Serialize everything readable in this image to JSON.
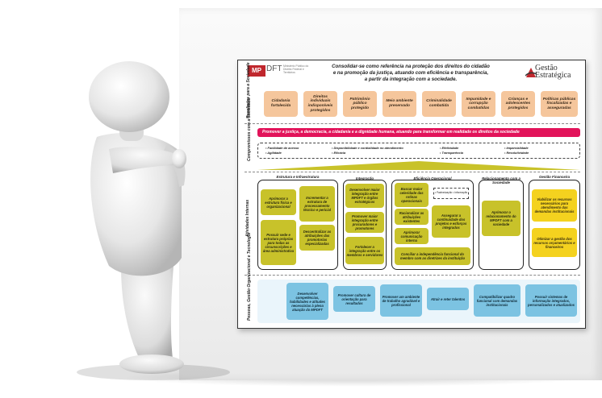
{
  "header": {
    "logo_mp": "MP",
    "logo_dft": "DFT",
    "logo_sub": "Ministério Público do Distrito Federal e Territórios",
    "mission_lines": [
      "Consolidar-se como referência na proteção dos direitos do cidadão",
      "e na promoção da justiça, atuando com eficiência e transparência,",
      "a partir da integração com a sociedade."
    ],
    "logo_ge_1": "Gestão",
    "logo_ge_2": "Estratégica"
  },
  "sections": {
    "resultados": "Resultados para a Sociedade",
    "compromisso": "Compromissos com a Sociedade",
    "atividades": "Atividades Internas",
    "pessoas": "Pessoas, Gestão Organizacional e Tecnologia"
  },
  "resultados": [
    "Cidadania fortalecida",
    "Direitos individuais indisponíveis protegidos",
    "Patrimônio público protegido",
    "Meio ambiente preservado",
    "Criminalidade combatida",
    "Impunidade e corrupção combatidas",
    "Crianças e adolescentes protegidos",
    "Políticas públicas fiscalizadas e asseguradas"
  ],
  "missao_bar": "Promover a justiça, a democracia, a cidadania e a dignidade humana, atuando para transformar em realidade os direitos da sociedade",
  "compromissos": {
    "col1": [
      "• Facilidade de acesso",
      "• Agilidade"
    ],
    "col2": [
      "• Disponibilidade e cordialidade no atendimento",
      "• Eficácia"
    ],
    "col3": [
      "• Efetividade",
      "• Transparência"
    ],
    "col4": [
      "• Imparcialidade",
      "• Resolutividade"
    ]
  },
  "groups": {
    "estrutura": {
      "title": "Estrutura e Infraestrutura",
      "items": [
        "Aprimorar a estrutura física e organizacional",
        "Incrementar a estrutura de processamento técnico e pericial",
        "Possuir sede e estrutura próprias para todas as circunscrições e área administrativa",
        "Descentralizar as atribuições das promotorias especializadas"
      ]
    },
    "integracao": {
      "title": "Integração",
      "items": [
        "Desenvolver maior integração entre MPDFT e órgãos estratégicos",
        "Promover maior integração entre procuradores e promotores",
        "Fortalecer a integração entre os membros e servidores"
      ]
    },
    "eficiencia": {
      "title": "Eficiência Operacional",
      "items": [
        "Buscar maior celeridade das rotinas operacionais",
        "Racionalizar as atribuições existentes",
        "Aprimorar comunicação interna",
        "Assegurar a continuidade dos projetos e esforços integrados",
        "Conciliar a independência funcional do membro com as diretrizes da instituição"
      ],
      "note": "• Padronização • Informação"
    },
    "relacionamento": {
      "title": "Relacionamento com a Sociedade",
      "items": [
        "Aprimorar o relacionamento do MPDFT com a sociedade"
      ]
    },
    "financeira": {
      "title": "Gestão Financeira",
      "items": [
        "Viabilizar os recursos necessários para atendimento das demandas institucionais",
        "Otimizar a gestão dos recursos orçamentários e financeiros"
      ]
    }
  },
  "pessoas": [
    "Desenvolver competências, habilidades e atitudes necessárias à plena atuação do MPDFT",
    "Promover cultura de orientação para resultados",
    "Promover um ambiente de trabalho agradável e profissional",
    "Atrair e reter talentos",
    "Compatibilizar quadro funcional com demandas institucionais",
    "Possuir sistemas de informação integrados, personalizados e atualizados"
  ],
  "colors": {
    "orange": "#f5c69c",
    "red": "#e2135a",
    "green": "#c8c22a",
    "yellow": "#f4d21f",
    "blue": "#7cc3e2",
    "brand": "#c0272d"
  }
}
